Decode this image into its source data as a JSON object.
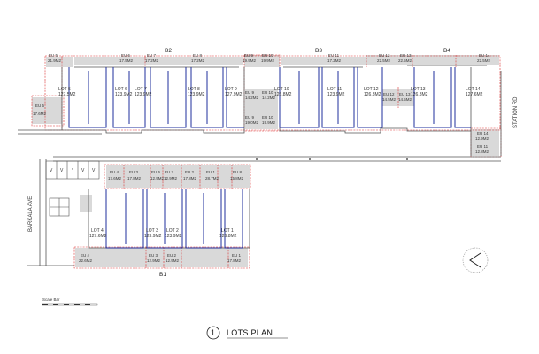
{
  "buildings": [
    {
      "id": "b1",
      "label": "B1"
    },
    {
      "id": "b2",
      "label": "B2"
    },
    {
      "id": "b3",
      "label": "B3"
    },
    {
      "id": "b4",
      "label": "B4"
    }
  ],
  "lots_top": [
    {
      "name": "LOT 5",
      "area": "127.5M2"
    },
    {
      "name": "LOT 6",
      "area": "123.9M2"
    },
    {
      "name": "LOT 7",
      "area": "123.9M2"
    },
    {
      "name": "LOT 8",
      "area": "123.9M2"
    },
    {
      "name": "LOT 9",
      "area": "127.9M2"
    },
    {
      "name": "LOT 10",
      "area": "126.8M2"
    },
    {
      "name": "LOT 11",
      "area": "123.9M2"
    },
    {
      "name": "LOT 12",
      "area": "126.8M2"
    },
    {
      "name": "LOT 13",
      "area": "126.8M2"
    },
    {
      "name": "LOT 14",
      "area": "127.6M2"
    }
  ],
  "lots_bottom": [
    {
      "name": "LOT 4",
      "area": "127.6M2"
    },
    {
      "name": "LOT 3",
      "area": "123.9M2"
    },
    {
      "name": "LOT 2",
      "area": "123.9M2"
    },
    {
      "name": "LOT 1",
      "area": "126.8M2"
    }
  ],
  "eus_top_row": [
    {
      "name": "EU 5",
      "area": "21.9M2"
    },
    {
      "name": "EU 6",
      "area": "17.5M2"
    },
    {
      "name": "EU 7",
      "area": "17.2M2"
    },
    {
      "name": "EU 8",
      "area": "17.2M2"
    },
    {
      "name": "EU 9",
      "area": "19.9M2"
    },
    {
      "name": "EU 10",
      "area": "19.9M2"
    },
    {
      "name": "EU 11",
      "area": "17.2M2"
    },
    {
      "name": "EU 12",
      "area": "22.5M2"
    },
    {
      "name": "EU 13",
      "area": "22.5M2"
    },
    {
      "name": "EU 14",
      "area": "22.5M2"
    }
  ],
  "eus_mid": [
    {
      "name": "EU 9",
      "area": "14.2M2"
    },
    {
      "name": "EU 10",
      "area": "14.2M2"
    },
    {
      "name": "EU 12",
      "area": "14.5M2"
    },
    {
      "name": "EU 13",
      "area": "14.5M2"
    },
    {
      "name": "EU 9",
      "area": "19.0M2"
    },
    {
      "name": "EU 10",
      "area": "19.9M2"
    }
  ],
  "eus_side": [
    {
      "name": "EU 5",
      "area": "17.6M2"
    },
    {
      "name": "EU 14",
      "area": "12.9M2"
    },
    {
      "name": "EU 11",
      "area": "12.8M2"
    }
  ],
  "eus_b1_top": [
    {
      "name": "EU 4",
      "area": "17.6M2"
    },
    {
      "name": "EU 3",
      "area": "17.8M2"
    },
    {
      "name": "EU 6",
      "area": "12.9M2"
    },
    {
      "name": "EU 7",
      "area": "12.9M2"
    },
    {
      "name": "EU 2",
      "area": "17.8M2"
    },
    {
      "name": "EU 1",
      "area": "28.7M2"
    },
    {
      "name": "EU 8",
      "area": "15.8M2"
    }
  ],
  "eus_b1_bottom": [
    {
      "name": "EU 4",
      "area": "22.6M2"
    },
    {
      "name": "EU 3",
      "area": "12.9M2"
    },
    {
      "name": "EU 2",
      "area": "12.9M2"
    },
    {
      "name": "EU 1",
      "area": "17.8M2"
    }
  ],
  "streets": {
    "barkala": "BARKALA AVE",
    "station": "STATION RD"
  },
  "parking_marks": [
    "V",
    "V",
    "*",
    "V",
    "V"
  ],
  "scale_bar_label": "Scale Bar",
  "drawing": {
    "number": "1",
    "title": "LOTS PLAN"
  },
  "colors": {
    "boundary": "#d93030",
    "lot_line": "#1f2f9c",
    "eu_fill": "#d9d9d9",
    "wall": "#555555"
  }
}
